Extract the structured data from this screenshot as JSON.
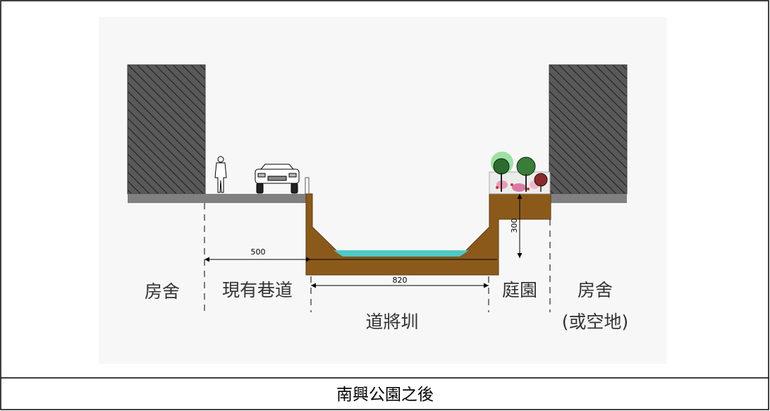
{
  "diagram": {
    "labels": {
      "house_left": "房舍",
      "existing_lane": "現有巷道",
      "canal": "道將圳",
      "garden": "庭園",
      "house_right_line1": "房舍",
      "house_right_line2": "(或空地)"
    },
    "dimensions": {
      "lane_width": "500",
      "canal_width": "820",
      "garden_height": "300"
    }
  },
  "caption": "南興公園之後",
  "colors": {
    "building_fill": "#595959",
    "ground_gray": "#808080",
    "soil_brown": "#8b5a1b",
    "water": "#4fc9c4",
    "canvas_bg": "#f7f7f7",
    "border": "#000000"
  },
  "icons": [
    "person-icon",
    "car-icon",
    "tree-icon",
    "flower-icon"
  ]
}
